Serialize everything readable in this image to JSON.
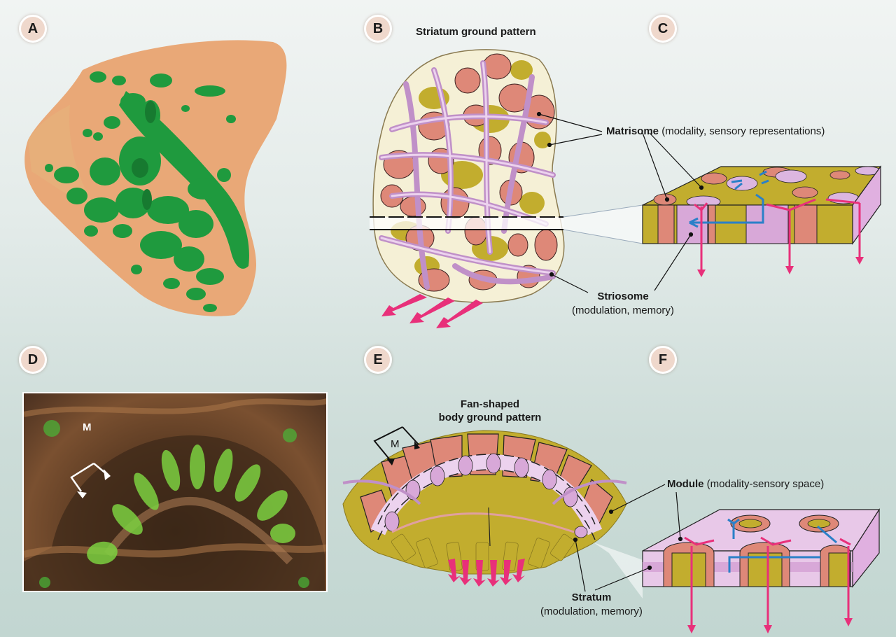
{
  "panels": {
    "a": {
      "label": "A"
    },
    "b": {
      "label": "B",
      "title": "Striatum ground pattern"
    },
    "c": {
      "label": "C"
    },
    "d": {
      "label": "D",
      "module_marker": "M"
    },
    "e": {
      "label": "E",
      "title_line1": "Fan-shaped",
      "title_line2": "body ground pattern",
      "module_marker": "M"
    },
    "f": {
      "label": "F"
    }
  },
  "callouts": {
    "matrisome": {
      "term": "Matrisome",
      "desc": "(modality, sensory representations)"
    },
    "striosome": {
      "term": "Striosome",
      "desc": "(modulation, memory)"
    },
    "module": {
      "term": "Module",
      "desc": "(modality-sensory space)"
    },
    "stratum": {
      "term": "Stratum",
      "desc": "(modulation, memory)"
    }
  },
  "colors": {
    "background_top": "#f1f4f3",
    "background_bottom": "#c2d6d1",
    "label_circle": "#efd8cc",
    "tissue_orange": "#e8a878",
    "patch_green": "#1f9a3e",
    "matrix_olive": "#c2ad2e",
    "module_salmon": "#e08878",
    "striosome_lilac": "#d8a8d8",
    "efferent_magenta": "#e8307a",
    "afferent_blue": "#2a80c8",
    "ground_cream": "#f5f0d6"
  }
}
